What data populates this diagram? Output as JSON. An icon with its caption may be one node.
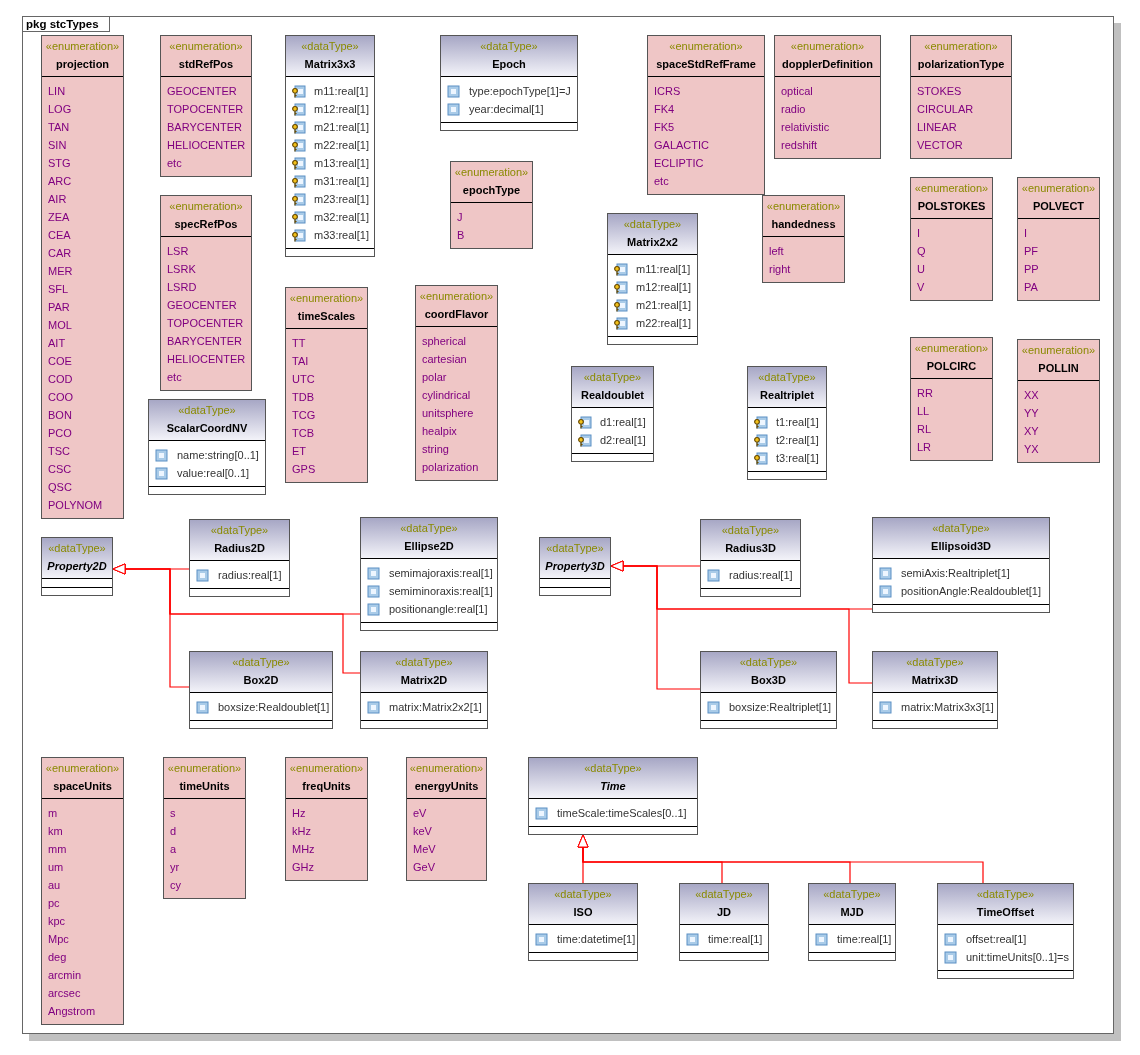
{
  "diagram": {
    "nodes": [
      {
        "text": [
          "pkg stcTypes"
        ]
      },
      {
        "text": [
          "«enumeration»",
          "projection",
          "LIN",
          "LOG",
          "TAN",
          "SIN",
          "STG",
          "ARC",
          "AIR",
          "ZEA",
          "CEA",
          "CAR",
          "MER",
          "SFL",
          "PAR",
          "MOL",
          "AIT",
          "COE",
          "COD",
          "COO",
          "BON",
          "PCO",
          "TSC",
          "CSC",
          "QSC",
          "POLYNOM"
        ],
        "in": 0
      },
      {
        "text": [
          "«enumeration»",
          "stdRefPos",
          "GEOCENTER",
          "TOPOCENTER",
          "BARYCENTER",
          "HELIOCENTER",
          "etc"
        ],
        "in": 0
      },
      {
        "text": [
          "«enumeration»",
          "specRefPos",
          "LSR",
          "LSRK",
          "LSRD",
          "GEOCENTER",
          "TOPOCENTER",
          "BARYCENTER",
          "HELIOCENTER",
          "etc"
        ],
        "in": 0
      },
      {
        "text": [
          "«dataType»",
          "ScalarCoordNV",
          "name:string[0..1]",
          "value:real[0..1]"
        ],
        "in": 0
      },
      {
        "text": [
          "«dataType»",
          "Matrix3x3",
          "m11:real[1]",
          "m12:real[1]",
          "m21:real[1]",
          "m22:real[1]",
          "m13:real[1]",
          "m31:real[1]",
          "m23:real[1]",
          "m32:real[1]",
          "m33:real[1]"
        ],
        "in": 0
      },
      {
        "text": [
          "«enumeration»",
          "timeScales",
          "TT",
          "TAI",
          "UTC",
          "TDB",
          "TCG",
          "TCB",
          "ET",
          "GPS"
        ],
        "in": 0
      },
      {
        "text": [
          "«dataType»",
          "Epoch",
          "type:epochType[1]=J",
          "year:decimal[1]"
        ],
        "in": 0
      },
      {
        "text": [
          "«enumeration»",
          "epochType",
          "J",
          "B"
        ],
        "in": 0
      },
      {
        "text": [
          "«enumeration»",
          "coordFlavor",
          "spherical",
          "cartesian",
          "polar",
          "cylindrical",
          "unitsphere",
          "healpix",
          "string",
          "polarization"
        ],
        "in": 0
      },
      {
        "text": [
          "«enumeration»",
          "spaceStdRefFrame",
          "ICRS",
          "FK4",
          "FK5",
          "GALACTIC",
          "ECLIPTIC",
          "etc"
        ],
        "in": 0
      },
      {
        "text": [
          "«enumeration»",
          "dopplerDefinition",
          "optical",
          "radio",
          "relativistic",
          "redshift"
        ],
        "in": 0
      },
      {
        "text": [
          "«enumeration»",
          "polarizationType",
          "STOKES",
          "CIRCULAR",
          "LINEAR",
          "VECTOR"
        ],
        "in": 0
      },
      {
        "text": [
          "«enumeration»",
          "handedness",
          "left",
          "right"
        ],
        "in": 0
      },
      {
        "text": [
          "«dataType»",
          "Matrix2x2",
          "m11:real[1]",
          "m12:real[1]",
          "m21:real[1]",
          "m22:real[1]"
        ],
        "in": 0
      },
      {
        "text": [
          "«enumeration»",
          "POLSTOKES",
          "I",
          "Q",
          "U",
          "V"
        ],
        "in": 0
      },
      {
        "text": [
          "«enumeration»",
          "POLVECT",
          "I",
          "PF",
          "PP",
          "PA"
        ],
        "in": 0
      },
      {
        "text": [
          "«dataType»",
          "Realdoublet",
          "d1:real[1]",
          "d2:real[1]"
        ],
        "in": 0
      },
      {
        "text": [
          "«dataType»",
          "Realtriplet",
          "t1:real[1]",
          "t2:real[1]",
          "t3:real[1]"
        ],
        "in": 0
      },
      {
        "text": [
          "«enumeration»",
          "POLCIRC",
          "RR",
          "LL",
          "RL",
          "LR"
        ],
        "in": 0
      },
      {
        "text": [
          "«enumeration»",
          "POLLIN",
          "XX",
          "YY",
          "XY",
          "YX"
        ],
        "in": 0
      },
      {
        "text": [
          "«dataType»",
          "Property2D"
        ],
        "in": 0
      },
      {
        "text": [
          "«dataType»",
          "Radius2D",
          "radius:real[1]"
        ],
        "in": 0
      },
      {
        "text": [
          "«dataType»",
          "Ellipse2D",
          "semimajoraxis:real[1]",
          "semiminoraxis:real[1]",
          "positionangle:real[1]"
        ],
        "in": 0
      },
      {
        "text": [
          "«dataType»",
          "Property3D"
        ],
        "in": 0
      },
      {
        "text": [
          "«dataType»",
          "Radius3D",
          "radius:real[1]"
        ],
        "in": 0
      },
      {
        "text": [
          "«dataType»",
          "Ellipsoid3D",
          "semiAxis:Realtriplet[1]",
          "positionAngle:Realdoublet[1]"
        ],
        "in": 0
      },
      {
        "text": [
          "«dataType»",
          "Box2D",
          "boxsize:Realdoublet[1]"
        ],
        "in": 0
      },
      {
        "text": [
          "«dataType»",
          "Matrix2D",
          "matrix:Matrix2x2[1]"
        ],
        "in": 0
      },
      {
        "text": [
          "«dataType»",
          "Box3D",
          "boxsize:Realtriplet[1]"
        ],
        "in": 0
      },
      {
        "text": [
          "«dataType»",
          "Matrix3D",
          "matrix:Matrix3x3[1]"
        ],
        "in": 0
      },
      {
        "text": [
          "«enumeration»",
          "spaceUnits",
          "m",
          "km",
          "mm",
          "um",
          "au",
          "pc",
          "kpc",
          "Mpc",
          "deg",
          "arcmin",
          "arcsec",
          "Angstrom"
        ],
        "in": 0
      },
      {
        "text": [
          "«enumeration»",
          "timeUnits",
          "s",
          "d",
          "a",
          "yr",
          "cy"
        ],
        "in": 0
      },
      {
        "text": [
          "«enumeration»",
          "freqUnits",
          "Hz",
          "kHz",
          "MHz",
          "GHz"
        ],
        "in": 0
      },
      {
        "text": [
          "«enumeration»",
          "energyUnits",
          "eV",
          "keV",
          "MeV",
          "GeV"
        ],
        "in": 0
      },
      {
        "text": [
          "«dataType»",
          "Time",
          "timeScale:timeScales[0..1]"
        ],
        "in": 0
      },
      {
        "text": [
          "«dataType»",
          "ISO",
          "time:datetime[1]"
        ],
        "in": 0
      },
      {
        "text": [
          "«dataType»",
          "JD",
          "time:real[1]"
        ],
        "in": 0
      },
      {
        "text": [
          "«dataType»",
          "MJD",
          "time:real[1]"
        ],
        "in": 0
      },
      {
        "text": [
          "«dataType»",
          "TimeOffset",
          "offset:real[1]",
          "unit:timeUnits[0..1]=s"
        ],
        "in": 0
      }
    ],
    "edges": [
      {
        "from": 22,
        "to": 21,
        "arrow": "to"
      },
      {
        "from": 23,
        "to": 21,
        "arrow": "to"
      },
      {
        "from": 27,
        "to": 21,
        "arrow": "to"
      },
      {
        "from": 28,
        "to": 21,
        "arrow": "to"
      },
      {
        "from": 25,
        "to": 24,
        "arrow": "to"
      },
      {
        "from": 26,
        "to": 24,
        "arrow": "to"
      },
      {
        "from": 29,
        "to": 24,
        "arrow": "to"
      },
      {
        "from": 30,
        "to": 24,
        "arrow": "to"
      },
      {
        "from": 36,
        "to": 35,
        "arrow": "to"
      },
      {
        "from": 37,
        "to": 35,
        "arrow": "to"
      },
      {
        "from": 38,
        "to": 35,
        "arrow": "to"
      },
      {
        "from": 39,
        "to": 35,
        "arrow": "to"
      }
    ]
  }
}
